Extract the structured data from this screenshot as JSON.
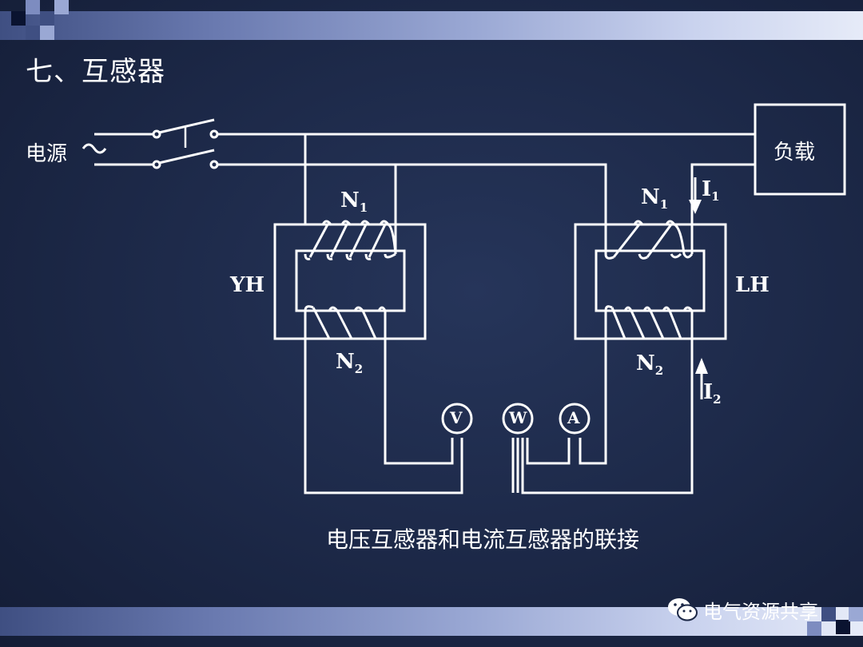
{
  "slide": {
    "title": "七、互感器",
    "caption": "电压互感器和电流互感器的联接"
  },
  "diagram": {
    "source_label": "电源",
    "source_symbol": "～",
    "load_label": "负载",
    "vt_label": "YH",
    "ct_label": "LH",
    "vt_primary": {
      "letter": "N",
      "sub": "1"
    },
    "vt_secondary": {
      "letter": "N",
      "sub": "2"
    },
    "ct_primary": {
      "letter": "N",
      "sub": "1"
    },
    "ct_secondary": {
      "letter": "N",
      "sub": "2"
    },
    "i1": {
      "letter": "I",
      "sub": "1"
    },
    "i2": {
      "letter": "I",
      "sub": "2"
    },
    "meters": {
      "voltmeter": "V",
      "wattmeter": "W",
      "ammeter": "A"
    }
  },
  "watermark": {
    "icon": "wechat-icon",
    "text": "电气资源共享"
  },
  "colors": {
    "background": "#1c2847",
    "lines": "#ffffff",
    "band_light": "#e6ebf8",
    "band_dark": "#3f4f82"
  }
}
